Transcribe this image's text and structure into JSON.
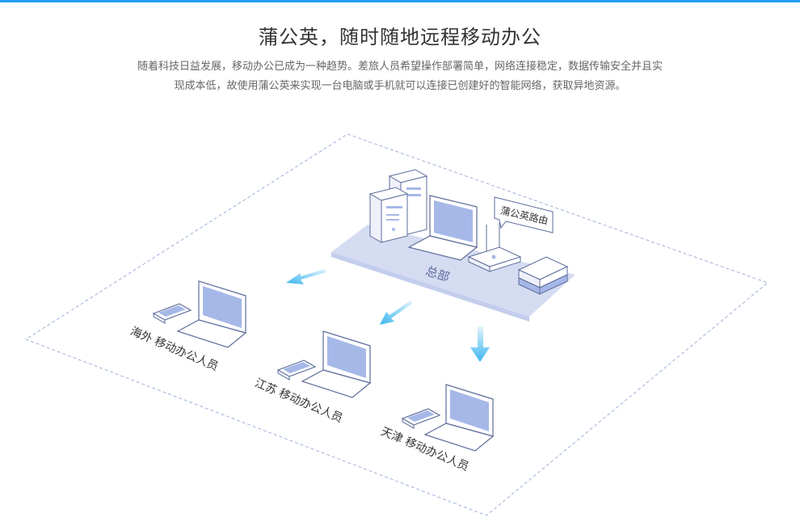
{
  "page": {
    "title": "蒲公英，随时随地远程移动办公",
    "description_lines": [
      "随着科技日益发展，移动办公已成为一种趋势。差旅人员希望操作部署简单，网络连接稳定，数据传输安全并且实",
      "现成本低，故使用蒲公英来实现一台电脑或手机就可以连接已创建好的智能网络，获取异地资源。"
    ]
  },
  "diagram": {
    "headquarters_label": "总部",
    "router_label": "蒲公英路由",
    "remote_groups": [
      {
        "label": "海外 移动办公人员"
      },
      {
        "label": "江苏 移动办公人员"
      },
      {
        "label": "天津 移动办公人员"
      }
    ]
  },
  "colors": {
    "accent": "#1fa0f2",
    "screen": "#a6b8e8",
    "outline": "#5d6c9a",
    "platform": "#d5dcf2",
    "arrow": "#3bb6ef",
    "dashed_border": "#9fb1d8"
  }
}
